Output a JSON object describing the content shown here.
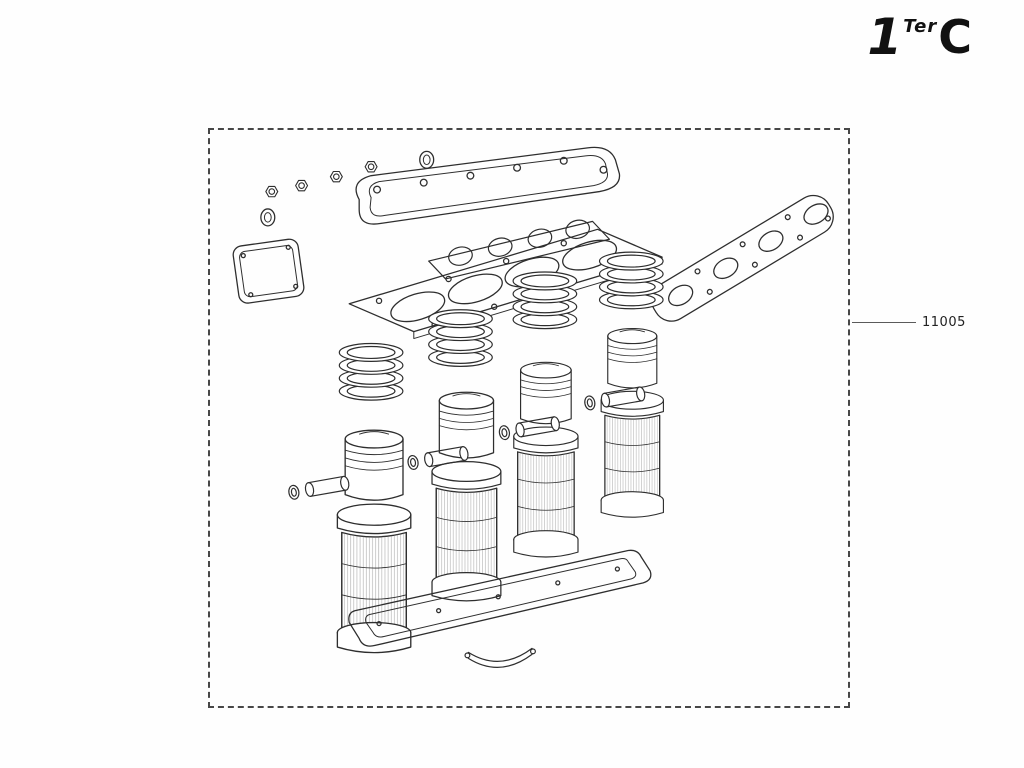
{
  "logo": {
    "one": "1",
    "ter": "Ter",
    "c": "C"
  },
  "callout": {
    "label": "11005"
  },
  "diagram": {
    "parts": [
      "valve-cover-gasket",
      "head-gasket",
      "inner-gasket-plate",
      "exhaust-manifold-gasket",
      "side-cover-gasket",
      "oil-pan-gasket",
      "piston-ring-stacks",
      "piston-and-liner-assemblies",
      "wrist-pins",
      "nuts-and-seal-rings",
      "bottom-bracket"
    ]
  },
  "colors": {
    "ink": "#2e2e2e",
    "paper": "#ffffff"
  }
}
